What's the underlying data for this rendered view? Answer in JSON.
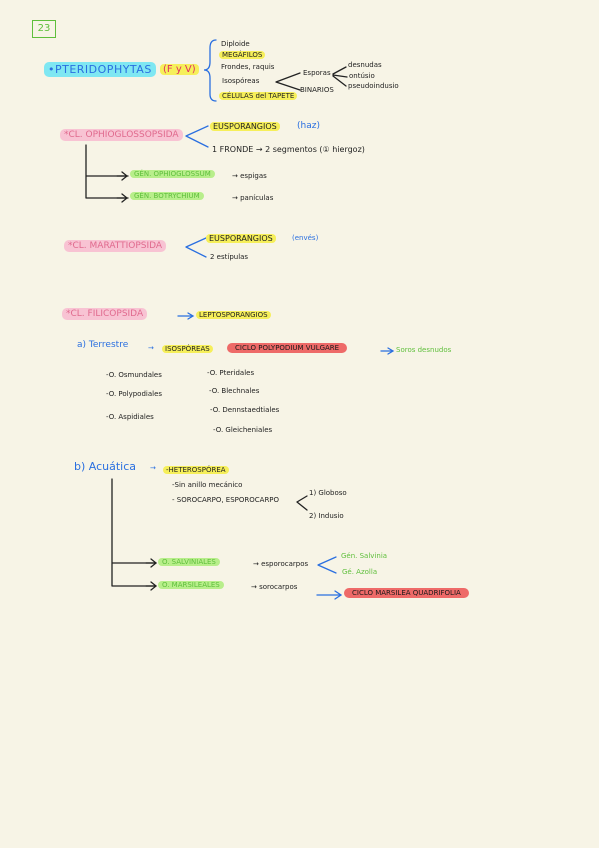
{
  "page_number": "23",
  "pteridophytas": {
    "title": "•PTERIDOPHYTAS",
    "tag": "(F y V)",
    "traits": [
      "Diploide",
      "MEGÁFILOS",
      "Frondes, raquis",
      "Isospóreas",
      "CÉLULAS del TAPETE"
    ],
    "esporas_label": "Esporas",
    "esporas_types": [
      "desnudas",
      "ontúsio",
      "pseudoindusio"
    ],
    "binarios_label": "BINARIOS"
  },
  "ophioglossopsida": {
    "title": "*CL. OPHIOGLOSSOPSIDA",
    "eusporangios": "EUSPORANGIOS",
    "haz": "(haz)",
    "fronde": "1 FRONDE → 2 segmentos (① hiergoz)",
    "gen1": "GÉN. OPHIOGLOSSUM",
    "gen1_result": "→ espigas",
    "gen2": "GÉN. BOTRYCHIUM",
    "gen2_result": "→ panículas"
  },
  "marattiopsida": {
    "title": "*CL. MARATTIOPSIDA",
    "eusporangios": "EUSPORANGIOS",
    "enves": "(envés)",
    "estipulas": "2 estípulas"
  },
  "filicopsida": {
    "title": "*CL. FILICOPSIDA",
    "leptosporangios": "LEPTOSPORANGIOS",
    "a_label": "a) Terrestre",
    "isosporeas": "ISOSPÓREAS",
    "ciclo_polypodium": "CICLO POLYPODIUM VULGARE",
    "soros_desnudos": "Soros desnudos",
    "orders_left": [
      "-O. Osmundales",
      "-O. Polypodiales",
      "-O. Aspidiales"
    ],
    "orders_right": [
      "-O. Pteridales",
      "-O. Blechnales",
      "-O. Dennstaedtiales",
      "-O. Gleicheniales"
    ],
    "b_label": "b) Acuática",
    "heterosporea": "-HETEROSPÓREA",
    "sin_anillo": "-Sin anillo mecánico",
    "sorocarpo": "- SOROCARPO, ESPOROCARPO",
    "sorocarpo_types": [
      "1) Globoso",
      "2) Indusio"
    ],
    "salviniales": "O. SALVINIALES",
    "salviniales_result": "→ esporocarpos",
    "gen_salvinia": "Gén. Salvinia",
    "gen_azolla": "Gé. Azolla",
    "marsileales": "O. MARSILEALES",
    "marsileales_result": "→ sorocarpos",
    "ciclo_marsilea": "CICLO MARSILEA QUADRIFOLIA"
  }
}
